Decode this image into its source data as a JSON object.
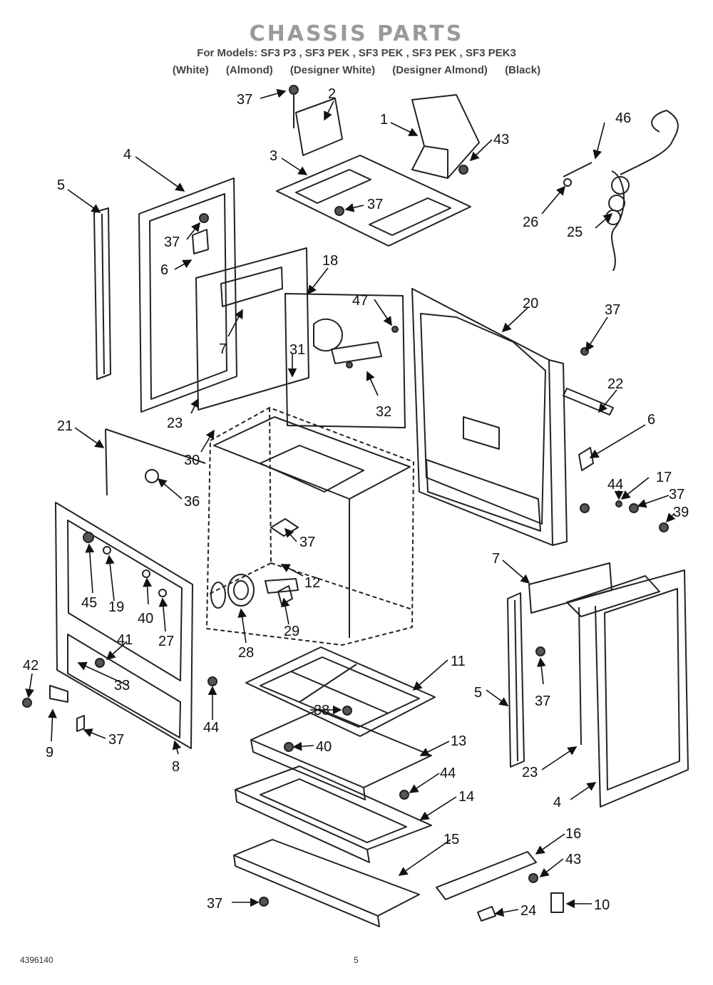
{
  "header": {
    "title": "CHASSIS PARTS",
    "models_line": "For Models: SF3  P3  , SF3  PEK  , SF3  PEK  , SF3  PEK  , SF3  PEK3",
    "colors": [
      "(White)",
      "(Almond)",
      "(Designer White)",
      "(Designer Almond)",
      "(Black)"
    ]
  },
  "footer": {
    "document_number": "4396140",
    "page_number": "5"
  },
  "callouts": [
    {
      "id": "c1",
      "label": "1"
    },
    {
      "id": "c2",
      "label": "2"
    },
    {
      "id": "c3",
      "label": "3"
    },
    {
      "id": "c4a",
      "label": "4"
    },
    {
      "id": "c4b",
      "label": "4"
    },
    {
      "id": "c5a",
      "label": "5"
    },
    {
      "id": "c5b",
      "label": "5"
    },
    {
      "id": "c6a",
      "label": "6"
    },
    {
      "id": "c6b",
      "label": "6"
    },
    {
      "id": "c7a",
      "label": "7"
    },
    {
      "id": "c7b",
      "label": "7"
    },
    {
      "id": "c8",
      "label": "8"
    },
    {
      "id": "c9",
      "label": "9"
    },
    {
      "id": "c10",
      "label": "10"
    },
    {
      "id": "c11",
      "label": "11"
    },
    {
      "id": "c12",
      "label": "12"
    },
    {
      "id": "c13",
      "label": "13"
    },
    {
      "id": "c14",
      "label": "14"
    },
    {
      "id": "c15",
      "label": "15"
    },
    {
      "id": "c16",
      "label": "16"
    },
    {
      "id": "c17",
      "label": "17"
    },
    {
      "id": "c18",
      "label": "18"
    },
    {
      "id": "c19",
      "label": "19"
    },
    {
      "id": "c20",
      "label": "20"
    },
    {
      "id": "c21",
      "label": "21"
    },
    {
      "id": "c22",
      "label": "22"
    },
    {
      "id": "c23a",
      "label": "23"
    },
    {
      "id": "c23b",
      "label": "23"
    },
    {
      "id": "c24",
      "label": "24"
    },
    {
      "id": "c25",
      "label": "25"
    },
    {
      "id": "c26",
      "label": "26"
    },
    {
      "id": "c27",
      "label": "27"
    },
    {
      "id": "c28",
      "label": "28"
    },
    {
      "id": "c29",
      "label": "29"
    },
    {
      "id": "c30",
      "label": "30"
    },
    {
      "id": "c31",
      "label": "31"
    },
    {
      "id": "c32",
      "label": "32"
    },
    {
      "id": "c33",
      "label": "33"
    },
    {
      "id": "c36",
      "label": "36"
    },
    {
      "id": "c37a",
      "label": "37"
    },
    {
      "id": "c37b",
      "label": "37"
    },
    {
      "id": "c37c",
      "label": "37"
    },
    {
      "id": "c37d",
      "label": "37"
    },
    {
      "id": "c37e",
      "label": "37"
    },
    {
      "id": "c37f",
      "label": "37"
    },
    {
      "id": "c37g",
      "label": "37"
    },
    {
      "id": "c37h",
      "label": "37"
    },
    {
      "id": "c37i",
      "label": "37"
    },
    {
      "id": "c38",
      "label": "38"
    },
    {
      "id": "c39",
      "label": "39"
    },
    {
      "id": "c40a",
      "label": "40"
    },
    {
      "id": "c40b",
      "label": "40"
    },
    {
      "id": "c41",
      "label": "41"
    },
    {
      "id": "c42",
      "label": "42"
    },
    {
      "id": "c43a",
      "label": "43"
    },
    {
      "id": "c43b",
      "label": "43"
    },
    {
      "id": "c44a",
      "label": "44"
    },
    {
      "id": "c44b",
      "label": "44"
    },
    {
      "id": "c44c",
      "label": "44"
    },
    {
      "id": "c45",
      "label": "45"
    },
    {
      "id": "c46",
      "label": "46"
    },
    {
      "id": "c47",
      "label": "47"
    }
  ]
}
